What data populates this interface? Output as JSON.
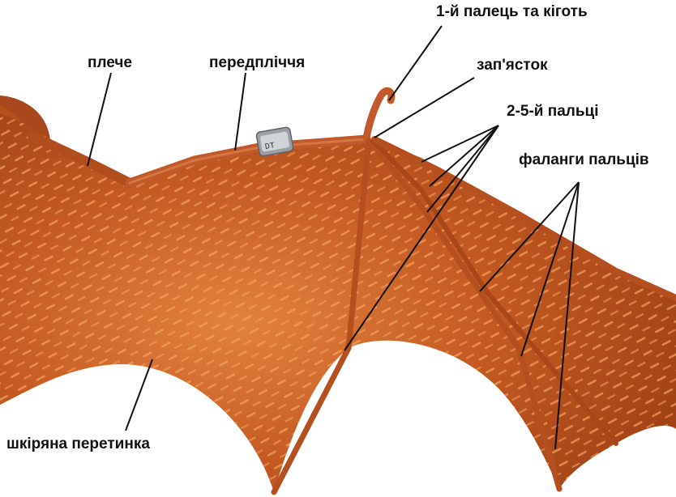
{
  "labels": {
    "thumb": "1-й палець та кіготь",
    "wrist": "зап'ясток",
    "fingers": "2-5-й пальці",
    "phalanges": "фаланги пальців",
    "shoulder": "плече",
    "forearm": "передпліччя",
    "membrane": "шкіряна перетинка"
  },
  "band": {
    "text": "DT"
  },
  "colors": {
    "membrane": "#c0561f",
    "membrane_dark": "#9a3c12",
    "membrane_light": "#e07a3a",
    "hair": "#f3a25e",
    "leader_line": "#111111",
    "ring": "#9aa0a6"
  }
}
